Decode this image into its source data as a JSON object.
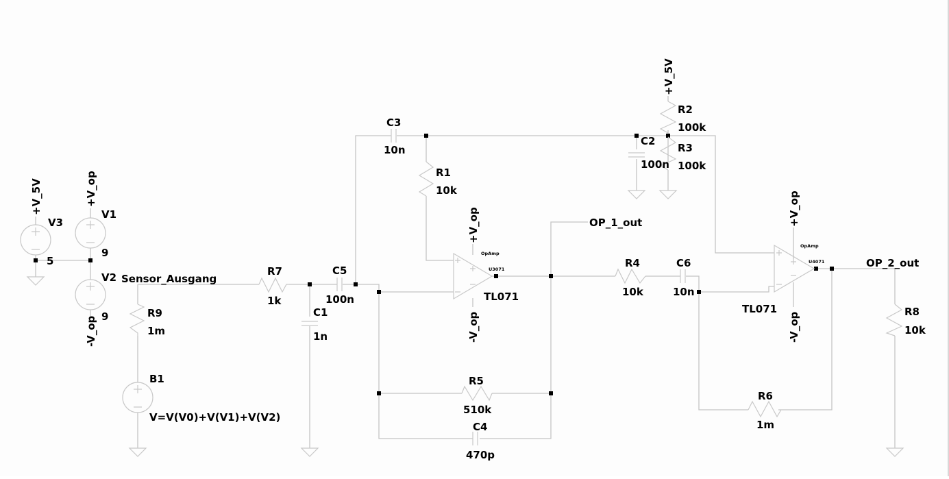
{
  "window": {
    "type": "LTspice schematic"
  },
  "sources": {
    "V3": {
      "name": "V3",
      "value": "5",
      "net": "+V_5V"
    },
    "V1": {
      "name": "V1",
      "value": "9",
      "net": "+V_op"
    },
    "V2": {
      "name": "V2",
      "value": "9",
      "net": "-V_op"
    },
    "B1": {
      "name": "B1",
      "value": "V=V(V0)+V(V1)+V(V2)"
    }
  },
  "resistors": {
    "R1": {
      "name": "R1",
      "value": "10k"
    },
    "R2": {
      "name": "R2",
      "value": "100k"
    },
    "R3": {
      "name": "R3",
      "value": "100k"
    },
    "R4": {
      "name": "R4",
      "value": "10k"
    },
    "R5": {
      "name": "R5",
      "value": "510k"
    },
    "R6": {
      "name": "R6",
      "value": "1m"
    },
    "R7": {
      "name": "R7",
      "value": "1k"
    },
    "R8": {
      "name": "R8",
      "value": "10k"
    },
    "R9": {
      "name": "R9",
      "value": "1m"
    }
  },
  "capacitors": {
    "C1": {
      "name": "C1",
      "value": "1n"
    },
    "C2": {
      "name": "C2",
      "value": "100n"
    },
    "C3": {
      "name": "C3",
      "value": "10n"
    },
    "C4": {
      "name": "C4",
      "value": "470p"
    },
    "C5": {
      "name": "C5",
      "value": "100n"
    },
    "C6": {
      "name": "C6",
      "value": "10n"
    }
  },
  "opamps": {
    "U1": {
      "model": "TL071",
      "type_label": "OpAmp",
      "inst_label": "U3071",
      "vpos": "+V_op",
      "vneg": "-V_op"
    },
    "U2": {
      "model": "TL071",
      "type_label": "OpAmp",
      "inst_label": "U4071",
      "vpos": "+V_op",
      "vneg": "-V_op"
    }
  },
  "nets": {
    "sensor": "Sensor_Ausgang",
    "op1": "OP_1_out",
    "op2": "OP_2_out",
    "v5": "+V_5V",
    "vop_pos": "+V_op",
    "vop_neg": "-V_op"
  }
}
